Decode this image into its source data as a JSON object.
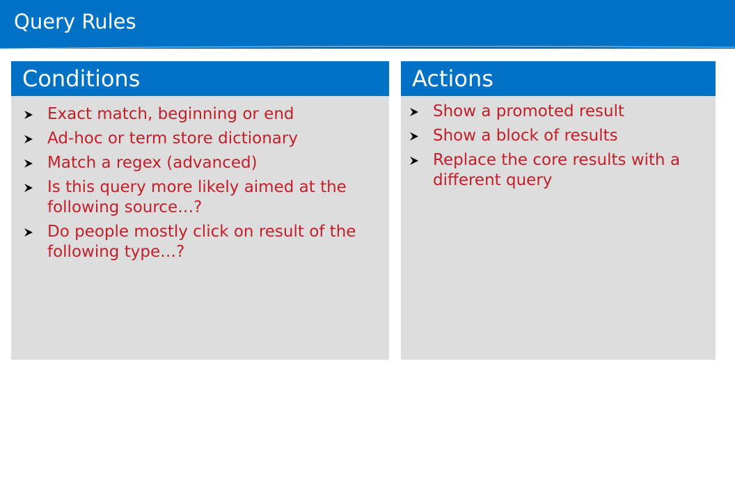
{
  "slide": {
    "title": "Query Rules"
  },
  "conditions": {
    "heading": "Conditions",
    "items": [
      "Exact match, beginning or end",
      "Ad-hoc or term store dictionary",
      "Match a regex (advanced)",
      "Is this query more likely aimed at the following source…?",
      "Do people mostly click on result of the following type…?"
    ]
  },
  "actions": {
    "heading": "Actions",
    "items": [
      "Show a promoted result",
      "Show a block of results",
      "Replace the core results with a different query"
    ]
  },
  "icons": {
    "bullet": "arrow-bullet-icon"
  },
  "colors": {
    "accent_blue": "#0072c6",
    "panel_gray": "#dddddd",
    "bullet_red": "#c0202a"
  }
}
